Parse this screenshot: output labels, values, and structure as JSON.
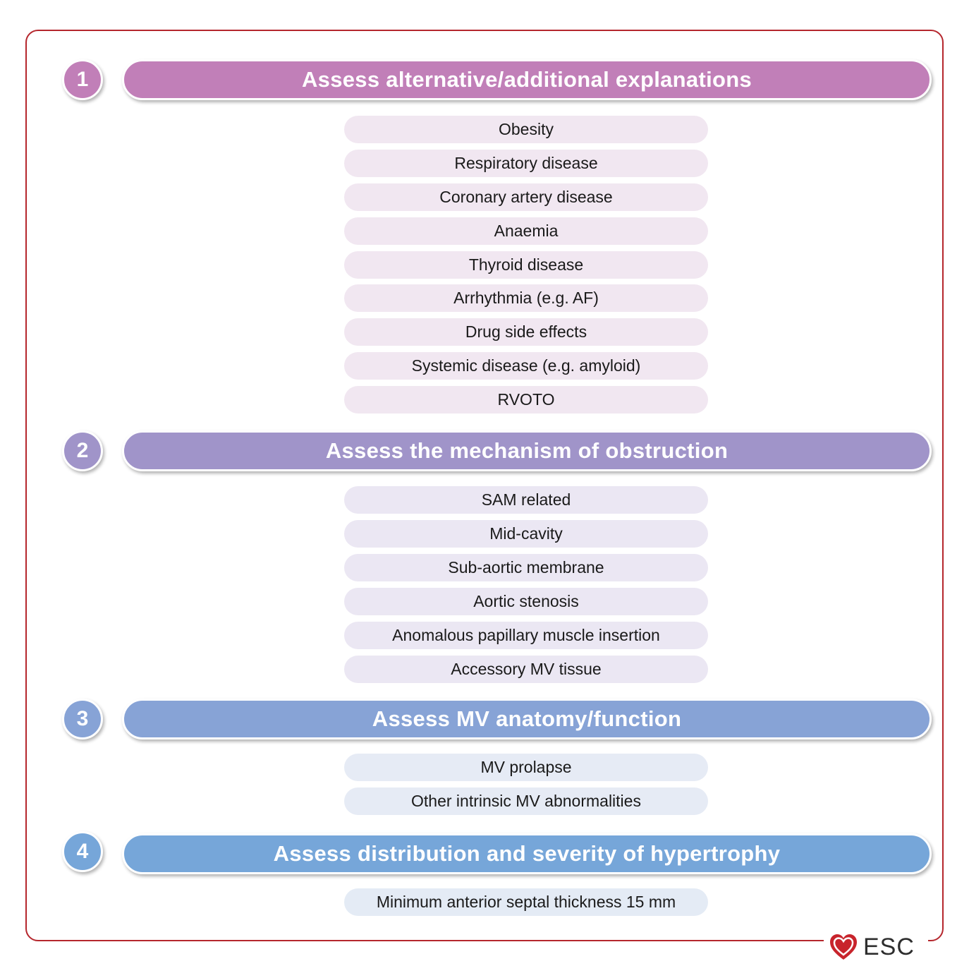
{
  "sections": [
    {
      "number": "1",
      "title": "Assess alternative/additional explanations",
      "items": [
        "Obesity",
        "Respiratory disease",
        "Coronary artery disease",
        "Anaemia",
        "Thyroid disease",
        "Arrhythmia (e.g. AF)",
        "Drug side effects",
        "Systemic disease (e.g. amyloid)",
        "RVOTO"
      ]
    },
    {
      "number": "2",
      "title": "Assess the mechanism of obstruction",
      "items": [
        "SAM related",
        "Mid-cavity",
        "Sub-aortic membrane",
        "Aortic stenosis",
        "Anomalous papillary muscle insertion",
        "Accessory MV tissue"
      ]
    },
    {
      "number": "3",
      "title": "Assess MV anatomy/function",
      "items": [
        "MV prolapse",
        "Other intrinsic MV abnormalities"
      ]
    },
    {
      "number": "4",
      "title": "Assess distribution and severity of hypertrophy",
      "items": [
        "Minimum anterior septal thickness 15 mm"
      ]
    }
  ],
  "logo": {
    "text": "ESC",
    "icon": "heart-icon"
  },
  "colors": {
    "frame": "#b5272d",
    "section1": "#c17fb8",
    "section2": "#a094c9",
    "section3": "#87a3d6",
    "section4": "#76a6d9",
    "logo_red": "#c8242c"
  }
}
